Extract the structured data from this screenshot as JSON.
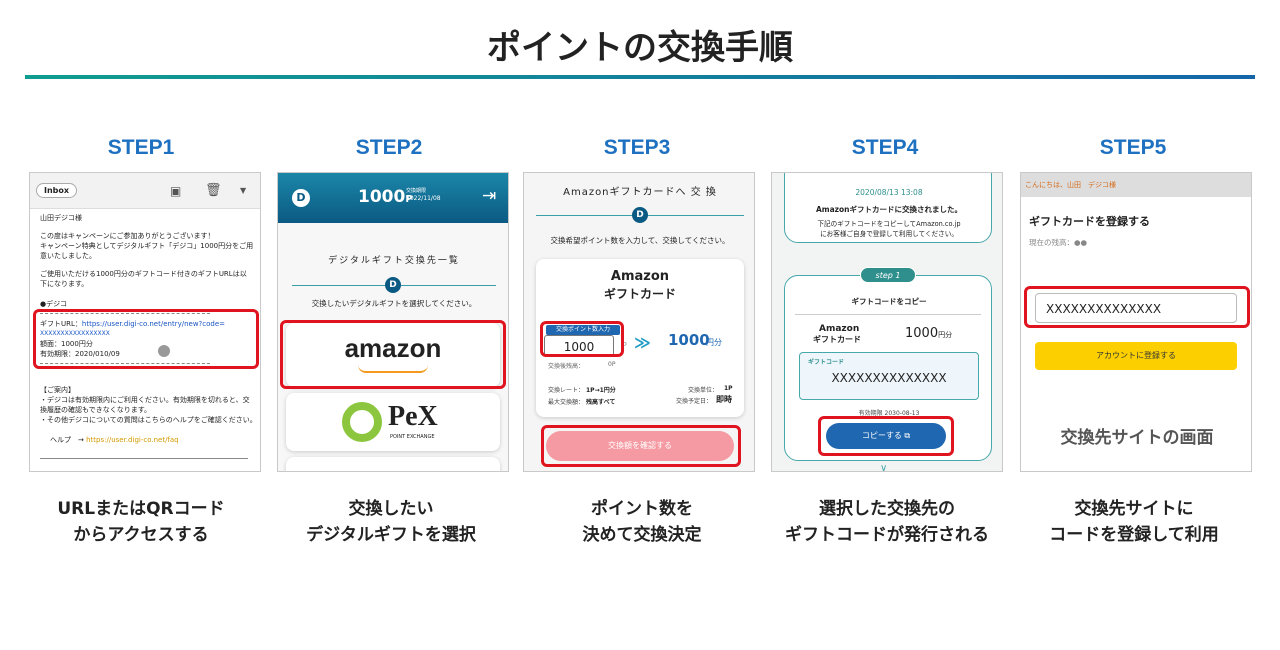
{
  "title": "ポイントの交換手順",
  "steps": [
    {
      "label": "STEP1",
      "caption1": "URLまたはQRコード",
      "caption2": "からアクセスする"
    },
    {
      "label": "STEP2",
      "caption1": "交換したい",
      "caption2": "デジタルギフトを選択"
    },
    {
      "label": "STEP3",
      "caption1": "ポイント数を",
      "caption2": "決めて交換決定"
    },
    {
      "label": "STEP4",
      "caption1": "選択した交換先の",
      "caption2": "ギフトコードが発行される"
    },
    {
      "label": "STEP5",
      "caption1": "交換先サイトに",
      "caption2": "コードを登録して利用"
    }
  ],
  "email": {
    "inbox": "Inbox",
    "to": "山田デジコ様",
    "body1": "この度はキャンペーンにご参加ありがとうございます！",
    "body2": "キャンペーン特典としてデジタルギフト「デジコ」1000円分をご用",
    "body3": "意いたしました。",
    "body4": "ご使用いただける1000円分のギフトコード付きのギフトURLは以",
    "body5": "下になります。",
    "section": "●デジコ",
    "url_label": "ギフトURL：",
    "url": "https://user.digi-co.net/entry/new?code=",
    "code": "XXXXXXXXXXXXXXXXX",
    "face": "額面：1000円分",
    "expiry": "有効期限：2020/010/09",
    "guide_head": "【ご案内】",
    "guide1": "・デジコは有効期限内にご利用ください。有効期限を切れると、交",
    "guide2": "換履歴の確認もできなくなります。",
    "guide3": "・その他デジコについての質問はこちらのヘルプをご確認ください。",
    "help_label": "ヘルプ　→",
    "help_url": "https://user.digi-co.net/faq"
  },
  "gift_select": {
    "points": "1000",
    "points_unit": "P",
    "expiry_label": "交換期限",
    "expiry_date": "2022/11/08",
    "heading": "デジタルギフト交換先一覧",
    "instruction": "交換したいデジタルギフトを選択してください。",
    "option1": "amazon",
    "option2": "PeX",
    "option2_sub": "POINT EXCHANGE"
  },
  "exchange": {
    "heading": "Amazonギフトカードへ 交 換",
    "instruction": "交換希望ポイント数を入力して、交換してください。",
    "brand": "Amazon",
    "product": "ギフトカード",
    "input_label": "交換ポイント数入力",
    "input_value": "1000",
    "input_unit": "P",
    "result_value": "1000",
    "result_unit": "円分",
    "balance_label": "交換後残高：",
    "balance_value": "0P",
    "rate_label": "交換レート：",
    "rate_value": "1P→1円分",
    "unit_label": "交換単位：",
    "unit_value": "1P",
    "max_label": "最大交換額：",
    "max_value": "残高すべて",
    "schedule_label": "交換予定日：",
    "schedule_value": "即時",
    "confirm_button": "交換額を確認する"
  },
  "issued": {
    "datetime": "2020/08/13 13:08",
    "message": "Amazonギフトカードに交換されました。",
    "note1": "下記のギフトコードをコピーしてAmazon.co.jp",
    "note2": "にお客様ご自身で登録して利用してください。",
    "step_badge": "step 1",
    "copy_heading": "ギフトコードをコピー",
    "brand": "Amazon",
    "product": "ギフトカード",
    "amount": "1000",
    "amount_unit": "円分",
    "code_label": "ギフトコード",
    "code": "XXXXXXXXXXXXXX",
    "expiry": "有効期限 2030-08-13",
    "copy_button": "コピーする"
  },
  "register": {
    "greeting": "こんにちは、山田　デジコ様",
    "heading": "ギフトカードを登録する",
    "balance_label": "現在の残高：",
    "balance_value": "●●",
    "input_value": "XXXXXXXXXXXXXX",
    "register_button": "アカウントに登録する",
    "site_caption": "交換先サイトの画面"
  },
  "colors": {
    "step_blue": "#1e70c1",
    "highlight_red": "#e0141e",
    "teal": "#0f9d8f",
    "amazon_yellow": "#fcd000",
    "confirm_pink": "#f59aa2",
    "copy_blue": "#1f67b0"
  }
}
